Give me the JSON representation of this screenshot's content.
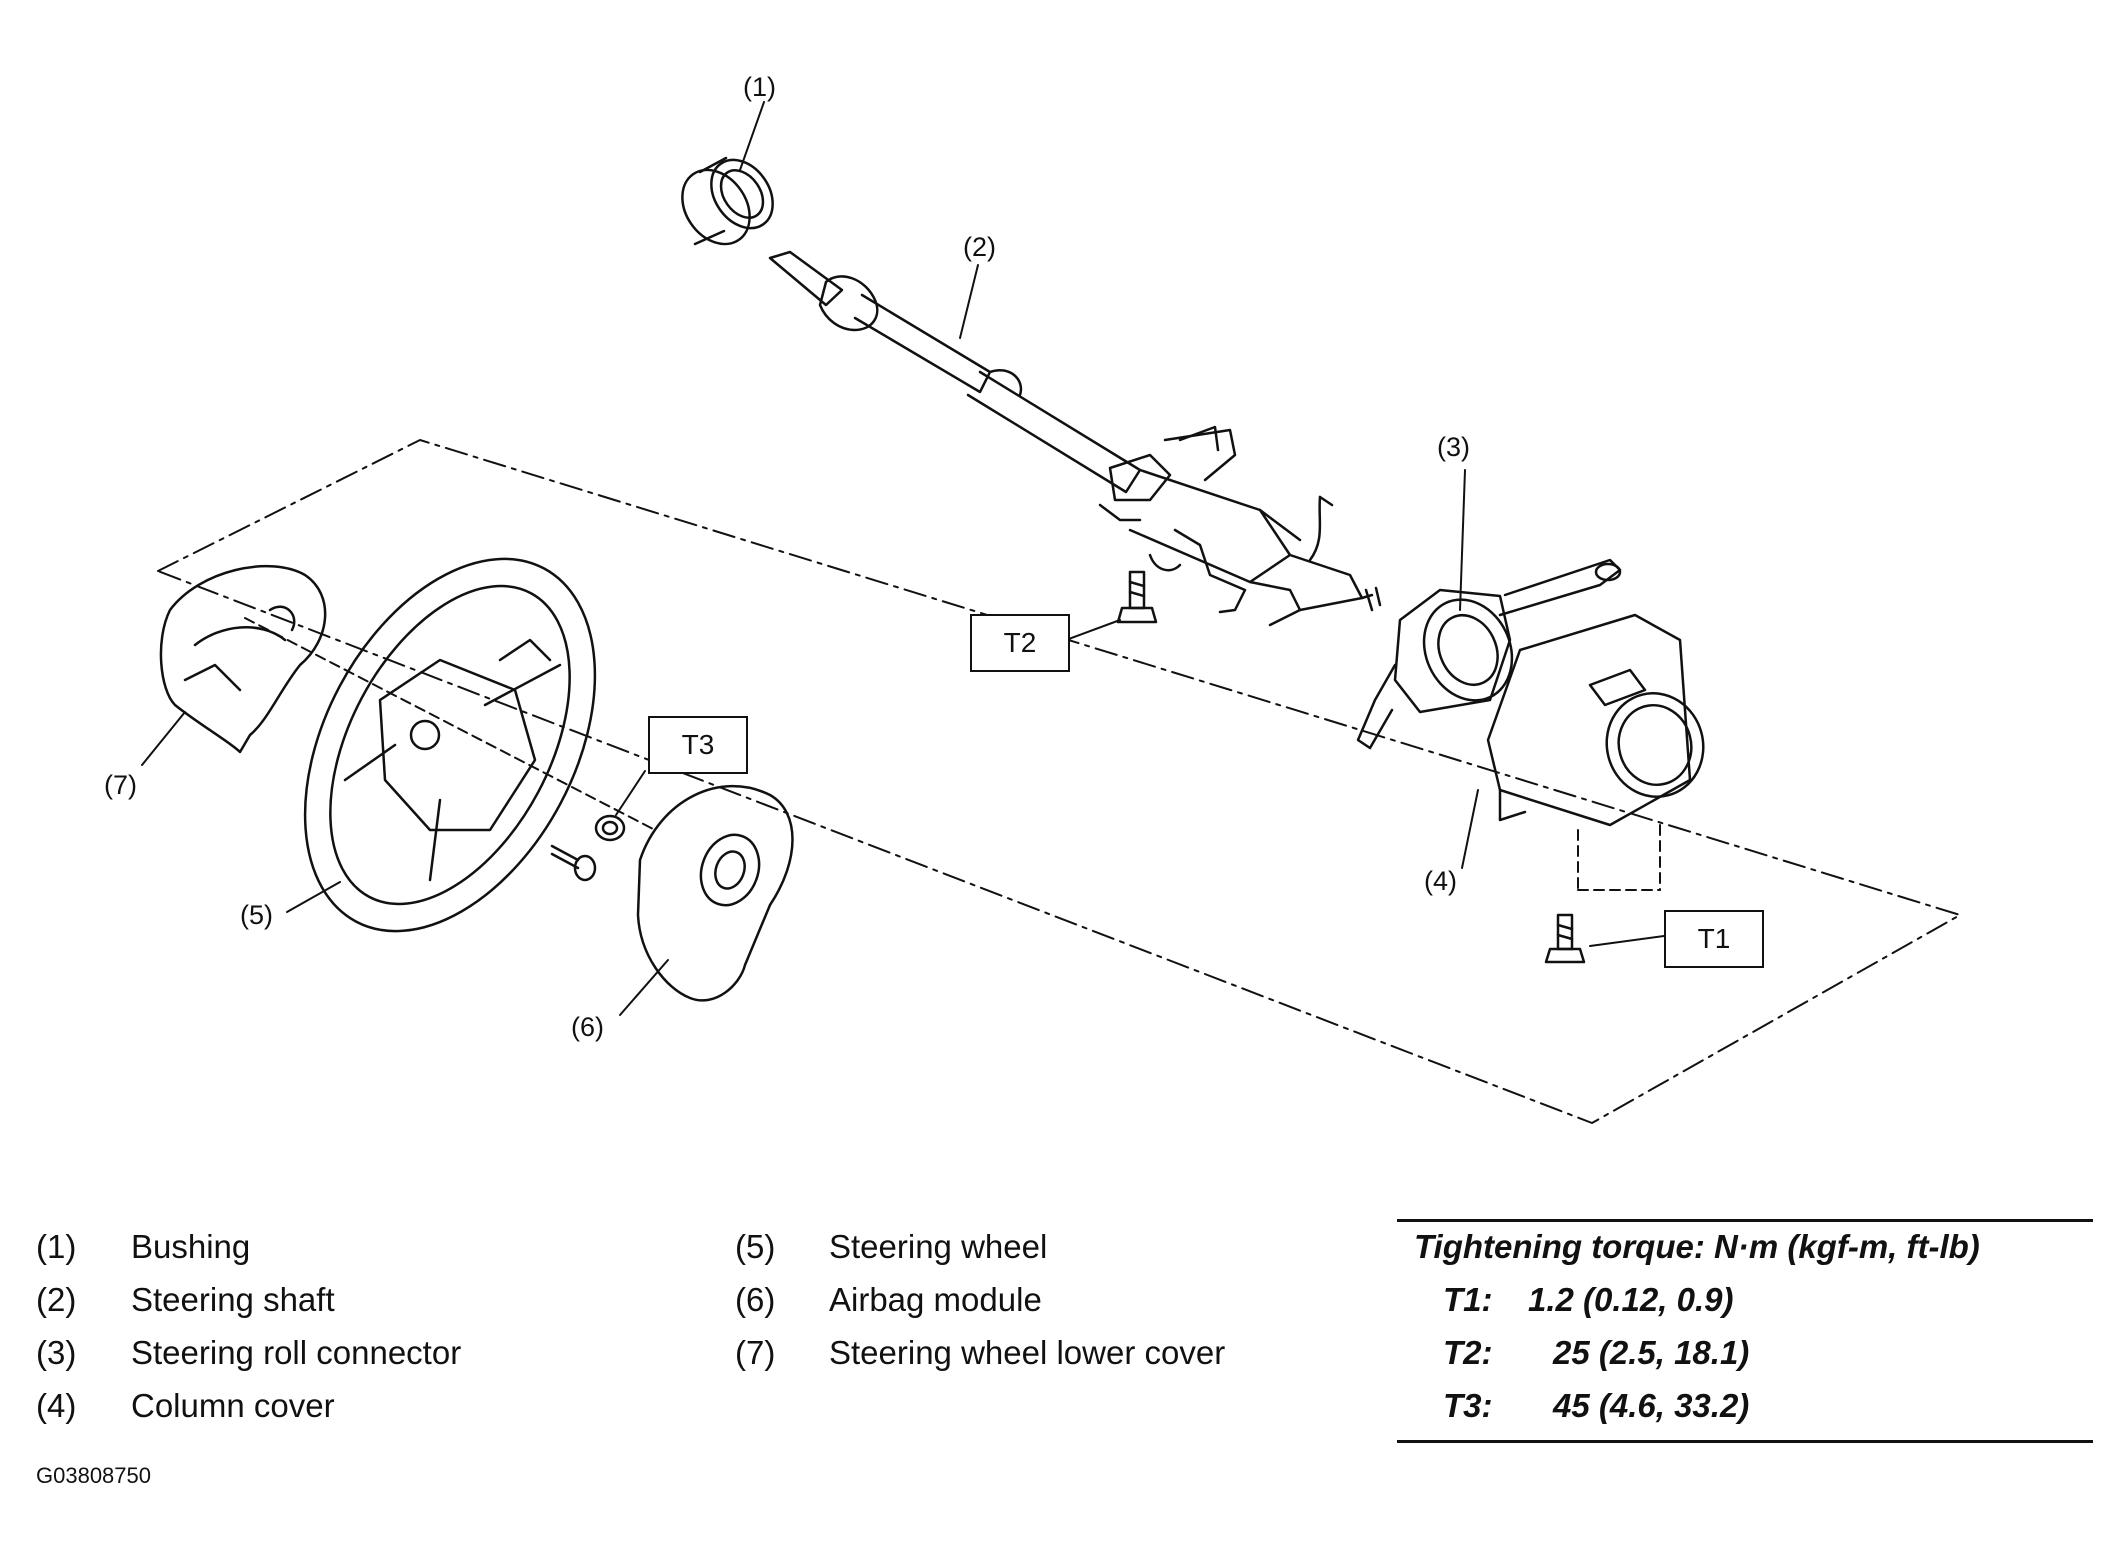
{
  "callouts": {
    "c1": "(1)",
    "c2": "(2)",
    "c3": "(3)",
    "c4": "(4)",
    "c5": "(5)",
    "c6": "(6)",
    "c7": "(7)"
  },
  "torque_boxes": {
    "t1": "T1",
    "t2": "T2",
    "t3": "T3"
  },
  "legend": [
    {
      "num": "(1)",
      "label": "Bushing"
    },
    {
      "num": "(2)",
      "label": "Steering shaft"
    },
    {
      "num": "(3)",
      "label": "Steering roll connector"
    },
    {
      "num": "(4)",
      "label": "Column cover"
    },
    {
      "num": "(5)",
      "label": "Steering wheel"
    },
    {
      "num": "(6)",
      "label": "Airbag module"
    },
    {
      "num": "(7)",
      "label": "Steering wheel lower cover"
    }
  ],
  "torque_table": {
    "title": "Tightening torque: N·m (kgf-m, ft-lb)",
    "rows": [
      {
        "key": "T1:",
        "value": "1.2 (0.12, 0.9)"
      },
      {
        "key": "T2:",
        "value": "25 (2.5, 18.1)"
      },
      {
        "key": "T3:",
        "value": "45 (4.6, 33.2)"
      }
    ]
  },
  "figure_code": "G03808750"
}
